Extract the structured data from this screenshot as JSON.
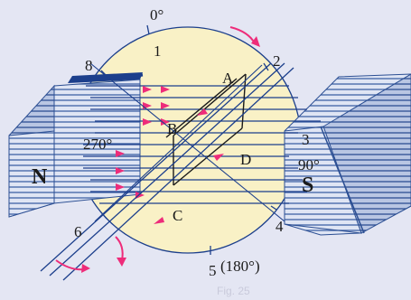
{
  "diagram": {
    "angle_labels": {
      "deg_0": "0°",
      "deg_90": "90°",
      "deg_270": "270°",
      "deg_180": "(180°)"
    },
    "position_numbers": {
      "p1": "1",
      "p2": "2",
      "p3": "3",
      "p4": "4",
      "p5": "5",
      "p6": "6",
      "p8": "8"
    },
    "coil_labels": {
      "a": "A",
      "b": "B",
      "c": "C",
      "d": "D"
    },
    "poles": {
      "north": "N",
      "south": "S"
    },
    "figure_caption": "Fig. 25"
  },
  "colors": {
    "background": "#e4e6f3",
    "circle_fill": "#f9f1c6",
    "magnet_blue": "#5b7fb8",
    "field_lines": "#1c3f8c",
    "arrows": "#ee2c7a",
    "coil": "#1a1a1a"
  }
}
